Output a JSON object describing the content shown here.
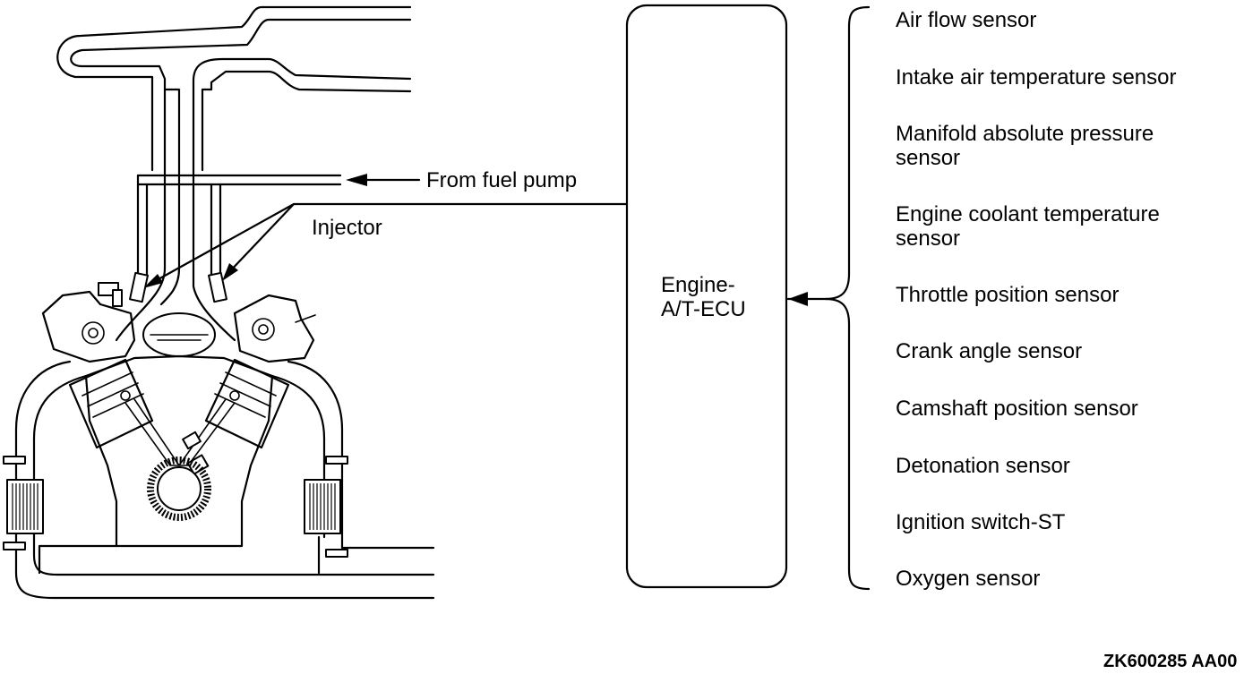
{
  "labels": {
    "from_fuel_pump": "From fuel pump",
    "injector": "Injector",
    "ecu": "Engine-\nA/T-ECU",
    "figure_id": "ZK600285 AA00"
  },
  "sensors": [
    "Air flow sensor",
    "Intake air temperature sensor",
    "Manifold absolute pressure\nsensor",
    "Engine coolant temperature\nsensor",
    "Throttle position sensor",
    "Crank angle sensor",
    "Camshaft position sensor",
    "Detonation sensor",
    "Ignition switch-ST",
    "Oxygen sensor"
  ]
}
